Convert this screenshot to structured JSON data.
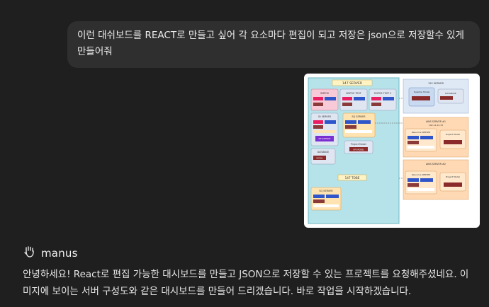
{
  "user_message": "이런 대쉬보드를 REACT로 만들고 싶어 각 요소마다 편집이 되고 저장은 json으로 저장할수 있게 만들어줘",
  "brand": {
    "name": "manus",
    "icon": "manus-hand-icon"
  },
  "assistant_message": "안녕하세요! React로 편집 가능한 대시보드를 만들고 JSON으로 저장할 수 있는 프로젝트를 요청해주셨네요. 이미지에 보이는 서버 구성도와 같은 대시보드를 만들어 드리겠습니다. 바로 작업을 시작하겠습니다.",
  "attachment": {
    "left_panel_title": "147 SERVER",
    "left_panel_bottom_title": "147 TOBE",
    "servers": {
      "top1": "SMPOS",
      "top2": "SMPOS TEST",
      "top3": "SMPOS TEST 2",
      "mid_left": "ID SERVER",
      "mid_right": "SQ SERVER",
      "project": "Project Model",
      "database": "DATABASE",
      "bottom": "SQ SERVER",
      "right_top": "152 SERVER",
      "right_mid": "AWS SERVER #1",
      "right_bottom": "AWS SERVER #2"
    },
    "tags": {
      "service": "Service",
      "port": "5000port",
      "mysql": "MYSQL",
      "upv": "UPV MODEL",
      "api": "API GATEWAY",
      "desktop": "Desktop Model",
      "db": "DATABASE",
      "resource": "Resource SERVER",
      "ip": "192.11.22.33"
    }
  }
}
